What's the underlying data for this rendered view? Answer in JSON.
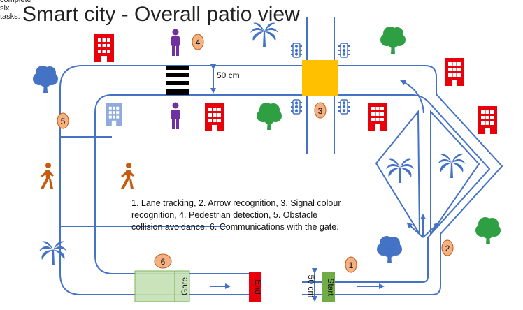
{
  "header": {
    "cut_text": "complete six tasks:",
    "title": "Smart city - Overall patio view"
  },
  "track": {
    "width_label": "50 cm",
    "width_label_vertical": "50 cm"
  },
  "markers": [
    "1",
    "2",
    "3",
    "4",
    "5",
    "6"
  ],
  "zones": {
    "gate": "Gate",
    "end": "End",
    "start": "Start"
  },
  "description": "1. Lane tracking, 2. Arrow recognition, 3. Signal colour recognition, 4. Pedestrian detection, 5. Obstacle collision avoidance, 6. Communications with the gate.",
  "colors": {
    "road": "#4472c4",
    "building_red": "#e8000b",
    "building_blue": "#8faadc",
    "tree_blue": "#4472c4",
    "tree_green": "#2ea043",
    "person_purple": "#7030a0",
    "walker_orange": "#c55a11",
    "marker_fill": "#f4b183",
    "intersection": "#ffc000",
    "gate_fill": "#c5e0b4",
    "end_fill": "#e8000b",
    "start_fill": "#70ad47"
  }
}
